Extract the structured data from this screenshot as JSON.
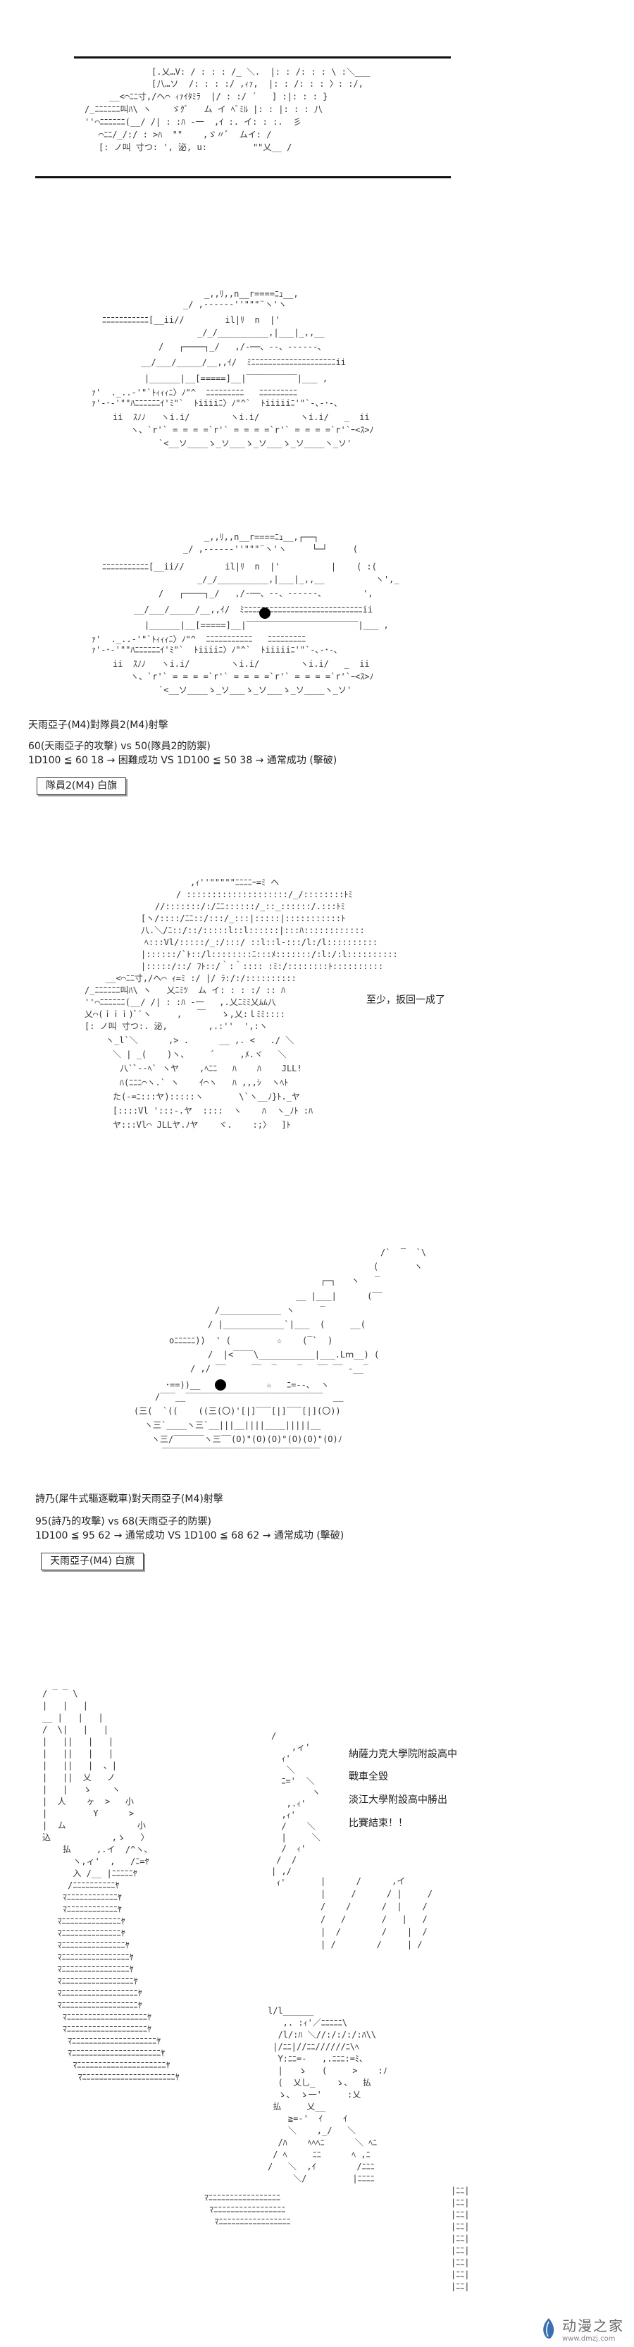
{
  "scene1": {
    "line1": "[.乂…V: / : : : /_ ＼.  |: : /: : : \\ :＼___",
    "line2": "[八…ソ  /: : : :/ ,ｨｧ,  |: : /: : : 〉: :/,",
    "line3": "__<⌒ﾆﾆ寸,/ヘ⌒ ｨｧｲﾀﾐﾗ  |/ : :/ ´   ] :|: : : }",
    "line4": "/_ﾆﾆﾆﾆﾆﾆ叫ﾊ\\ ヽ    ゞｸﾞ   ム イ ﾍﾞﾐﾙ |: : |: : : 八",
    "line5": "''⌒ﾆﾆﾆﾆﾆﾆ(__/ /| : :ﾊ ‐一  ,ｲ :. イ: : :.  彡",
    "line6": "⌒ﾆﾆ/_/:/ : >ﾊ  \"\"    ,ゞ〃ﾞ  ムイ: /",
    "line7": "[: ノ叫 寸つ: ', 泌, u:         \"\"乂__ /"
  },
  "tank1": {
    "l1": "_,,ﾘ,,n__r====ﾆｭ__,",
    "l2": "_/ ,-‐‐‐‐‐''\"\"\"¨ヽ'ヽ",
    "l3": "ﾆﾆﾆﾆﾆﾆﾆﾆﾆﾆﾆ[__ii//        il|ﾘ  n  |'",
    "l4": "_/_/__________,|___|_,,__",
    "l5": "/   ┌────┐_/   ,/‐──、‐-、‐‐‐‐‐-､",
    "l6": "__/___/_____/__,,ｲ/  ﾐﾆﾆﾆﾆﾆﾆﾆﾆﾆﾆﾆﾆﾆﾆﾆﾆﾆﾆﾆﾆii",
    "l7": "|______|__[=====]__|‾‾‾‾‾‾‾‾‾‾|___ ,",
    "l8": "ｧ'  ._..‐'\"`ﾄｨｨｨﾆ〉ﾉ\"^  ﾆﾆﾆﾆﾆﾆﾆﾆﾆ   ﾆﾆﾆﾆﾆﾆﾆﾆﾆ",
    "l9": "ｧ'-･‐'\"\"ﾊﾆﾆﾆﾆﾆﾆｲ'ﾐ\"`  ﾄiiiiﾆ〉ﾉ\"^`  ﾄiiiiiﾆ'\"`-､-･-､",
    "l10": "ii  ｽﾉﾉ   ヽi.i/        ヽi.i/        ヽi.i/   _  ii",
    "l11": "ヽ、`r'` = = = =`r'` = = = =`r'` = = = =`r'`ｰ<ｽ>ﾉ",
    "l12": "`<__ソ____ゝ_ソ___ゝ_ソ___ゝ_ソ____ヽ_ソ'"
  },
  "tank2": {
    "l1": "_,,ﾘ,,n__r====ﾆｭ__,┌──┐",
    "l2": "_/ ,-‐‐‐‐‐''\"\"\"¨ヽ'ヽ     └─┘     (",
    "l3": "ﾆﾆﾆﾆﾆﾆﾆﾆﾆﾆﾆ[__ii//        il|ﾘ  n  |'          |    ( :(",
    "l4": "_/_/__________,|___|_,,__          ヽ',_",
    "l5": "/   ┌────┐_/   ,/‐──、‐-、‐‐‐‐‐-､        ',",
    "l6": "__/___/_____/__,,ｲ/  ﾐﾆﾆﾆﾆﾆﾆﾆﾆﾆﾆﾆﾆﾆﾆﾆﾆﾆﾆﾆﾆﾆﾆﾆﾆﾆﾆﾆﾆii",
    "l7": "|______|__[=====]__|‾‾‾‾‾‾‾‾‾‾‾‾‾‾‾‾‾‾‾‾‾‾|___ ,",
    "l8": "ｧ'  ._..‐'\"`ﾄｨｨｨﾆ〉ﾉ\"^  ﾆﾆﾆﾆﾆﾆﾆﾆﾆﾆﾆ   ﾆﾆﾆﾆﾆﾆﾆﾆﾆ",
    "l9": "ｧ'-･‐'\"\"ﾊﾆﾆﾆﾆﾆﾆｲ'ﾐ\"`  ﾄiiiiﾆ〉ﾉ\"^`  ﾄiiiiiﾆ'\"`-､-･-､",
    "l10": "ii  ｽﾉﾉ   ヽi.i/        ヽi.i/        ヽi.i/   _  ii",
    "l11": "ヽ、`r'` = = = =`r'` = = = =`r'` = = = =`r'`ｰ<ｽ>ﾉ",
    "l12": "`<__ソ____ゝ_ソ___ゝ_ソ___ゝ_ソ____ヽ_ソ'"
  },
  "attack1": {
    "title": "天雨亞子(M4)對隊員2(M4)射擊",
    "versus": "60(天雨亞子的攻擊) vs 50(隊員2的防禦)",
    "roll": "1D100 ≦ 60  18 → 困難成功 VS 1D100 ≦ 50  38 → 通常成功 (擊破)",
    "flag": "隊員2(M4) 白旗"
  },
  "girl": {
    "l1": ",ｨ''\"\"\"\"\"ﾆﾆﾆﾆｰ=ﾐ ヘ",
    "l2": "/ ::::::::::::::::::::/_/::::::::ﾄﾐ",
    "l3": "//:::::::/:/ﾆﾆ::::::/_::_::::::/.:::ﾄﾐ",
    "l4": "[ヽ/::::/ﾆﾆ::/:::/_:::|:::::|:::::::::::ﾄ",
    "l5": "八.＼/ﾆ::/::/:::::l::l::::::|:::ﾊ::::::::::::",
    "l6": "ﾍ:::Vl/:::::/_:/:::/ ::l::l‐:::/l:/l::::::::::",
    "l7": "|::::::/`ﾄ::/l::::::::ﾆ:::ﾒ:::::::/:l:/:l::::::::::",
    "l8": "|:::::/::/ ﾌﾄ::/｀:｀:::: :ﾐ:/::::::::ﾄ::::::::::",
    "l9": "__<⌒ﾆﾆ寸,/ヘ⌒ ｨ=ﾐ :/ |/ ﾗ:/:/::::::::::",
    "l10": "/_ﾆﾆﾆﾆﾆﾆ叫ﾊ\\ ヽ   乂ﾆﾐﾂ  ム イ: : : :/ :: ﾊ",
    "l11": "''⌒ﾆﾆﾆﾆﾆﾆ(__/ /| : :ﾊ ‐一   ,.乂ﾆﾐﾐ乂ﾑﾑ八",
    "l12": "乂⌒(ｉｉｉ)ﾞ`ヽ     ,   ￣   ゝ,乂:ｌﾐﾐ::::",
    "l13": "[: ノ叫 寸つ:. 泌,        ,.:''  ',:ヽ",
    "l14": "ヽ_l`＼      ,> .      __ ,. <   ./ ＼",
    "l15": "＼ | _(    )ヽ、    ´     ,ﾒ.ヾ   ＼",
    "l16": "八`ﾞ‐-ﾍ` ヽヤ    ,ﾍﾆﾆ   ﾊ    ﾊ    JLL!",
    "l17": "ﾊ(ﾆﾆﾆ⌒ヽ.` ヽ    ｲ⌒ヽ   ﾊ ,,,ｼ  ヽﾍﾄ",
    "l18": "た(‐=ﾆ:::ヤ):::::ヽ       \\`ヽ__ﾉ}ﾄ._ヤ",
    "l19": "[::::Vl ':::-.ヤ  ::::  ヽ    ﾊ  ヽ_ﾉﾄ :ﾊ",
    "l20": "ヤ:::Vl⌒ JLLヤ.ﾉヤ    ヾ.    :;〉  ]ﾄ",
    "speech": "至少，扳回一成了"
  },
  "tank3": {
    "l1": "/`  ‾  `\\",
    "l2": "(       ヽ",
    "l3": "┌─┐   ヽ   ‾",
    "l4": "__ |___|      (‾‾ ",
    "l5": "/____________ ヽ     ‾",
    "l6": "/ |____________`|___  (     __( ",
    "l7": "oﾆﾆﾆﾆﾆ))  ' (         ☆    (‾`  )",
    "l8": "/  |<‾‾‾‾\\___________|___.Lｍ__) (",
    "l9": "/ ,/ ‾‾     ‾‾  ‾    ‾   ‾‾ ‾‾ -__‾",
    "l10": "･==))__             ☆   ﾆ=--､  ヽ",
    "l11": "/‾‾‾__‾‾‾‾‾‾‾‾‾‾‾‾‾‾‾‾‾‾‾‾‾‾‾‾‾‾‾  __",
    "l12": "(三(  `((    ((三(〇)'[|]‾‾‾[|]‾‾‾[|](〇))",
    "l13": "ヽ三`____ヽ三`__|||__||||____|||||__ ",
    "l14": "ヽ三/‾‾‾‾‾‾ヽ三‾‾(O)\"(O)(O)\"(O)(O)\"(O)ﾉ",
    "l15": "‾‾‾‾‾‾‾‾‾‾‾‾‾‾‾‾‾‾‾‾‾‾‾‾‾‾‾‾‾‾‾"
  },
  "attack2": {
    "title": "詩乃(犀牛式驅逐戰車)對天雨亞子(M4)射擊",
    "versus": "95(詩乃的攻擊) vs 68(天雨亞子的防禦)",
    "roll": "1D100 ≦ 95  62 → 通常成功 VS 1D100 ≦ 68  62 → 通常成功 (擊破)",
    "flag": "天雨亞子(M4) 白旗"
  },
  "final": {
    "hand": "/ ‾ ‾ \\\n|   |   |\n__ |   |   |\n/  \\|   |   |\n|   ||   |   |\n|   ||   |   |\n|   ||   |  、|\n|   ||  乂   ノ\n|   |   ゝ    ヽ\n|  人    ヶ  >   小\n|         Y      >\n|  ム              小\n込            ,ゝ   〉\n    払     ,.イ  /^ヽ、\n      ヽ,ィ'  ,   /ﾆ=ﾔ\n      入 /__ |ﾆﾆﾆﾆﾆﾔ\n     /ﾆﾆﾆﾆﾆﾆﾆﾆﾆﾆﾔ\n    ﾏﾆﾆﾆﾆﾆﾆﾆﾆﾆﾆﾆﾆﾔ\n    ﾏﾆﾆﾆﾆﾆﾆﾆﾆﾆﾆﾆﾆﾔ\n   ﾏﾆﾆﾆﾆﾆﾆﾆﾆﾆﾆﾆﾆﾆﾆﾔ\n   ﾏﾆﾆﾆﾆﾆﾆﾆﾆﾆﾆﾆﾆﾆﾆﾔ\n   ﾏﾆﾆﾆﾆﾆﾆﾆﾆﾆﾆﾆﾆﾆﾆﾆﾔ\n   ﾏﾆﾆﾆﾆﾆﾆﾆﾆﾆﾆﾆﾆﾆﾆﾆﾆﾔ\n   ﾏﾆﾆﾆﾆﾆﾆﾆﾆﾆﾆﾆﾆﾆﾆﾆﾆﾔ\n   ﾏﾆﾆﾆﾆﾆﾆﾆﾆﾆﾆﾆﾆﾆﾆﾆﾆﾆﾔ\n   ﾏﾆﾆﾆﾆﾆﾆﾆﾆﾆﾆﾆﾆﾆﾆﾆﾆﾆﾆﾔ\n   ﾏﾆﾆﾆﾆﾆﾆﾆﾆﾆﾆﾆﾆﾆﾆﾆﾆﾆﾆﾔ\n    ﾏﾆﾆﾆﾆﾆﾆﾆﾆﾆﾆﾆﾆﾆﾆﾆﾆﾆﾆﾆﾔ\n    ﾏﾆﾆﾆﾆﾆﾆﾆﾆﾆﾆﾆﾆﾆﾆﾆﾆﾆﾆﾆﾔ\n     ﾏﾆﾆﾆﾆﾆﾆﾆﾆﾆﾆﾆﾆﾆﾆﾆﾆﾆﾆﾆﾆﾔ\n     ﾏﾆﾆﾆﾆﾆﾆﾆﾆﾆﾆﾆﾆﾆﾆﾆﾆﾆﾆﾆﾆﾆﾔ\n      ﾏﾆﾆﾆﾆﾆﾆﾆﾆﾆﾆﾆﾆﾆﾆﾆﾆﾆﾆﾆﾆﾆﾔ\n       ﾏﾆﾆﾆﾆﾆﾆﾆﾆﾆﾆﾆﾆﾆﾆﾆﾆﾆﾆﾆﾆﾆﾆﾔ",
    "bolt": "/\n    ,ィ'\n  ｨ'\n   ＼\n  ﾆ='  ＼\n        ヽ\n   ,.ｨ'\n  ,ｨ'\n  /    ＼\n  |     ＼\n  /  ｨ'\n /  /\n| ,/\n ｨ'",
    "announce1": "納薩力克大學院附設高中",
    "announce2": "戰車全毀",
    "announce3": "淡江大學附設高中勝出",
    "announce4": "比賽結束！！",
    "lines": "|      /      ,イ\n|     /      / |     /\n/    /      /  |    /\n/   /       /   |   /\n|  /        /    |  /\n| /        /     | /",
    "figure": "l/l______\n   ,. :ｨ'／ﾆﾆﾆﾆﾆ\\\n  /l/:ﾊ ＼//:/:/:/:ﾊ\\\\\n |/ﾆﾆ|//ﾆﾆ//////ﾆ\\ﾍ\n  Y:ﾆﾆ=-   ,.ﾆﾆﾆ:=ﾐ、\n  |   ゝ   (     >    :ﾉ\n  (  乂乚_    ゝ、  払\n  ゝ、 ゝ一'     :乂 \n 払     乂__ \n    ≧=-'  ｲ    ｲ\n    ＼    ,_/   ＼\n  /ﾊ    ﾍﾍﾍﾆ      ＼ ﾍﾆ\n / ﾍ     ﾆﾆ      ﾍ ,ﾆ\n/   ＼  ,ｲ        /ﾆﾆﾆ\n     ＼/         |ﾆﾆﾆﾆ",
    "skirt": "ﾏﾆﾆﾆﾆﾆﾆﾆﾆﾆﾆﾆﾆﾆﾆﾆﾆﾆ\n ﾏﾆﾆﾆﾆﾆﾆﾆﾆﾆﾆﾆﾆﾆﾆﾆﾆﾆ\n  ﾏﾆﾆﾆﾆﾆﾆﾆﾆﾆﾆﾆﾆﾆﾆﾆﾆﾆ",
    "stripes": "|ﾆﾆ|\n|ﾆﾆ|\n|ﾆﾆ|\n|ﾆﾆ|\n|ﾆﾆ|\n|ﾆﾆ|\n|ﾆﾆ|\n|ﾆﾆ|\n|ﾆﾆ|"
  },
  "watermark": {
    "name": "动漫之家",
    "url": "www.dmzj.com"
  }
}
